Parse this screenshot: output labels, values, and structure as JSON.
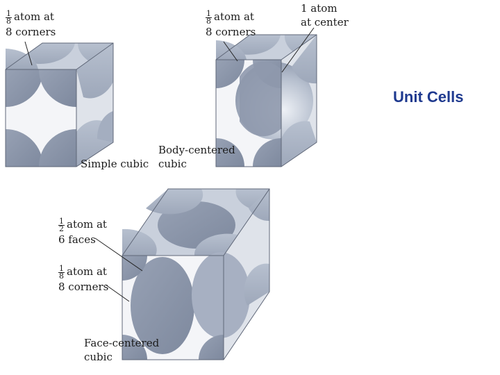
{
  "title": "Unit Cells",
  "colors": {
    "sphere_face": "#8b95a8",
    "cube_side": "#a9b3c4",
    "sphere_highlight": "#e8ecf2",
    "title": "#1f3a8f"
  },
  "cells": {
    "simple": {
      "name_line1": "Simple cubic",
      "corner": {
        "frac_num": "1",
        "frac_den": "8",
        "line1": "atom at",
        "line2": "8 corners"
      }
    },
    "bcc": {
      "name_line1": "Body-centered",
      "name_line2": "cubic",
      "corner": {
        "frac_num": "1",
        "frac_den": "8",
        "line1": "atom at",
        "line2": "8 corners"
      },
      "center": {
        "line1": "1 atom",
        "line2": "at center"
      }
    },
    "fcc": {
      "name_line1": "Face-centered",
      "name_line2": "cubic",
      "face": {
        "frac_num": "1",
        "frac_den": "2",
        "line1": "atom at",
        "line2": "6 faces"
      },
      "corner": {
        "frac_num": "1",
        "frac_den": "8",
        "line1": "atom at",
        "line2": "8 corners"
      }
    }
  }
}
